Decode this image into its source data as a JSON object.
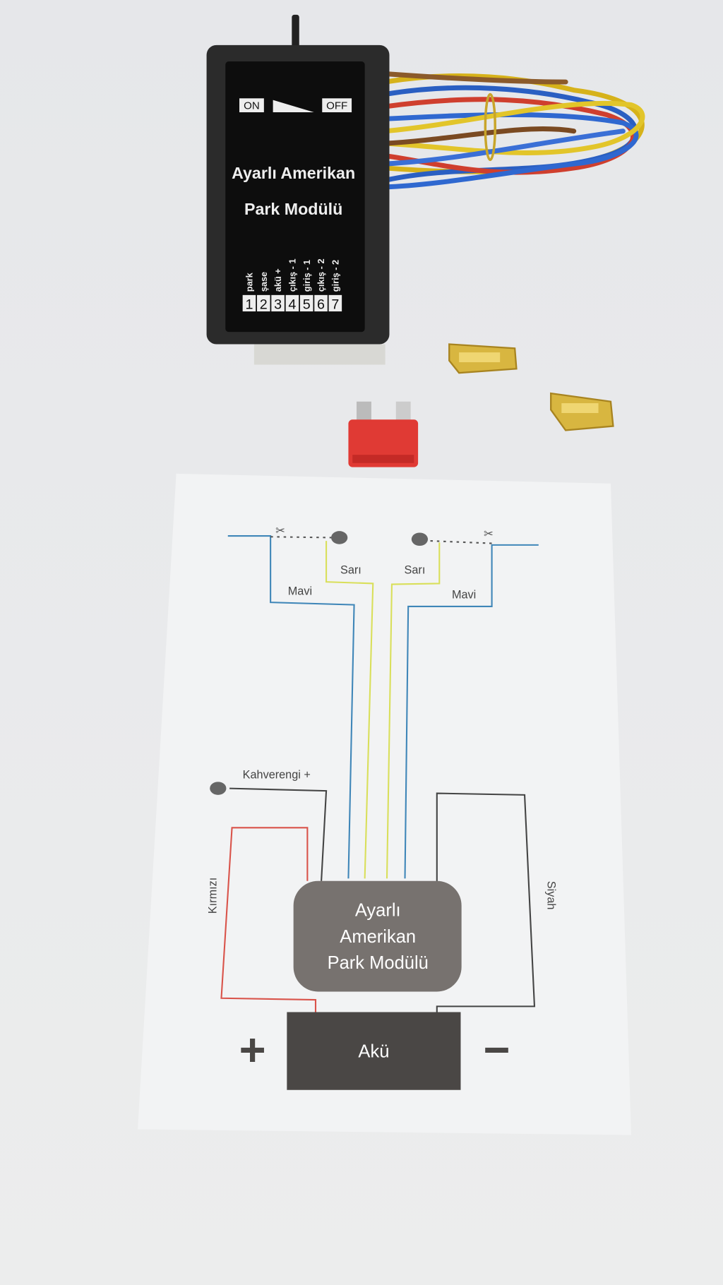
{
  "module": {
    "switch_on": "ON",
    "switch_off": "OFF",
    "title_line1": "Ayarlı Amerikan",
    "title_line2": "Park Modülü",
    "pins": [
      {
        "number": "1",
        "label": "park"
      },
      {
        "number": "2",
        "label": "şase"
      },
      {
        "number": "3",
        "label": "akü +"
      },
      {
        "number": "4",
        "label": "çıkış - 1"
      },
      {
        "number": "5",
        "label": "giriş - 1"
      },
      {
        "number": "6",
        "label": "çıkış - 2"
      },
      {
        "number": "7",
        "label": "giriş - 2"
      }
    ]
  },
  "diagram": {
    "wire_yellow_left": "Sarı",
    "wire_yellow_right": "Sarı",
    "wire_blue_left": "Mavi",
    "wire_blue_right": "Mavi",
    "wire_brown": "Kahverengi +",
    "wire_red": "Kırmızı",
    "wire_black": "Siyah",
    "module_line1": "Ayarlı",
    "module_line2": "Amerikan",
    "module_line3": "Park Modülü",
    "battery": "Akü",
    "plus": "+",
    "minus": "−"
  },
  "colors": {
    "blue_wire": "#3f86b8",
    "yellow_wire": "#d9df5a",
    "red_wire": "#d9534a",
    "black_wire": "#444444",
    "module_fill": "#77726f",
    "battery_fill": "#4a4745"
  }
}
